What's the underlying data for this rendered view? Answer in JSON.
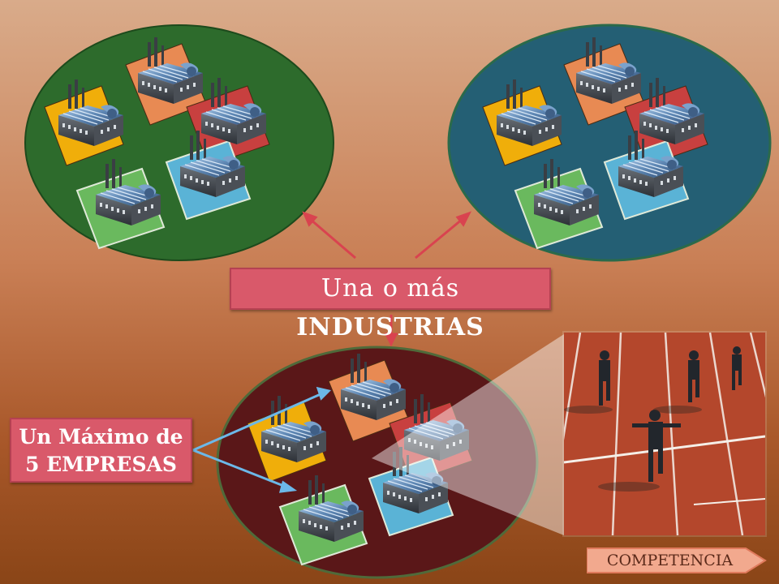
{
  "labels": {
    "industrias_prefix": "Una o más",
    "industrias_bold": "INDUSTRIAS",
    "empresas_line1": "Un Máximo de",
    "empresas_line2": "5 EMPRESAS",
    "competencia": "COMPETENCIA"
  },
  "colors": {
    "industry_green": "#2d6b2c",
    "industry_blue": "#245f74",
    "industry_maroon": "#5a1718",
    "plot_orange": "#e88a53",
    "plot_red": "#c8403f",
    "plot_yellow": "#f0ae0a",
    "plot_lightgreen": "#6ab95e",
    "plot_lightblue": "#5ab3d6",
    "label_fill": "#d9596a",
    "arrow_red": "#d9434f",
    "arrow_blue": "#6cb8e8"
  },
  "icons": {
    "factory": "factory-icon",
    "runners_photo": "runners-finish-line-photo"
  }
}
